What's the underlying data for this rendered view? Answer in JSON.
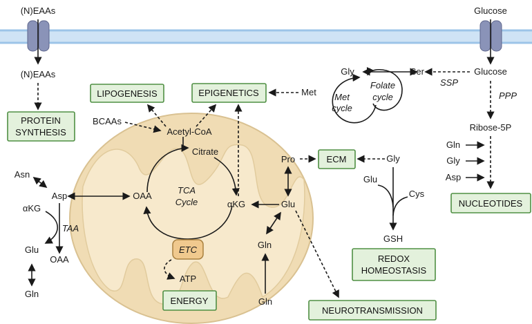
{
  "membrane": {
    "left_transporter_label": "(N)EAAs",
    "right_transporter_label": "Glucose"
  },
  "labels": {
    "neaas_inside": "(N)EAAs",
    "bcaas": "BCAAs",
    "acetyl_coa": "Acetyl-CoA",
    "citrate": "Citrate",
    "oaa_center": "OAA",
    "tca_line1": "TCA",
    "tca_line2": "Cycle",
    "akg_center": "αKG",
    "glu_center": "Glu",
    "gln_mid": "Gln",
    "gln_bottom_center": "Gln",
    "etc": "ETC",
    "atp": "ATP",
    "pro": "Pro",
    "gly_right": "Gly",
    "glu_right": "Glu",
    "cys": "Cys",
    "gsh": "GSH",
    "asn": "Asn",
    "asp_left": "Asp",
    "akg_left": "αKG",
    "taa": "TAA",
    "glu_left": "Glu",
    "oaa_left": "OAA",
    "gln_left": "Gln",
    "met": "Met",
    "gly_top": "Gly",
    "ser": "Ser",
    "glucose_right": "Glucose",
    "ssp": "SSP",
    "ppp": "PPP",
    "met_cycle_1": "Met",
    "met_cycle_2": "cycle",
    "folate_cycle_1": "Folate",
    "folate_cycle_2": "cycle",
    "ribose_5p": "Ribose-5P",
    "gln_nuc": "Gln",
    "gly_nuc": "Gly",
    "asp_nuc": "Asp"
  },
  "boxes": {
    "protein_synthesis_1": "PROTEIN",
    "protein_synthesis_2": "SYNTHESIS",
    "lipogenesis": "LIPOGENESIS",
    "epigenetics": "EPIGENETICS",
    "ecm": "ECM",
    "nucleotides": "NUCLEOTIDES",
    "redox_1": "REDOX",
    "redox_2": "HOMEOSTASIS",
    "energy": "ENERGY",
    "neurotransmission": "NEUROTRANSMISSION"
  },
  "colors": {
    "membrane_fill": "#cfe3f5",
    "membrane_line": "#9cc4e8",
    "transporter": "#8a93b8",
    "mito_outer": "#f0dcb4",
    "mito_inner": "#f7e9cc",
    "mito_stroke": "#d9c191",
    "etc_fill": "#f0c98e",
    "box_fill": "#e3f1dc",
    "box_stroke": "#4f8f43"
  }
}
